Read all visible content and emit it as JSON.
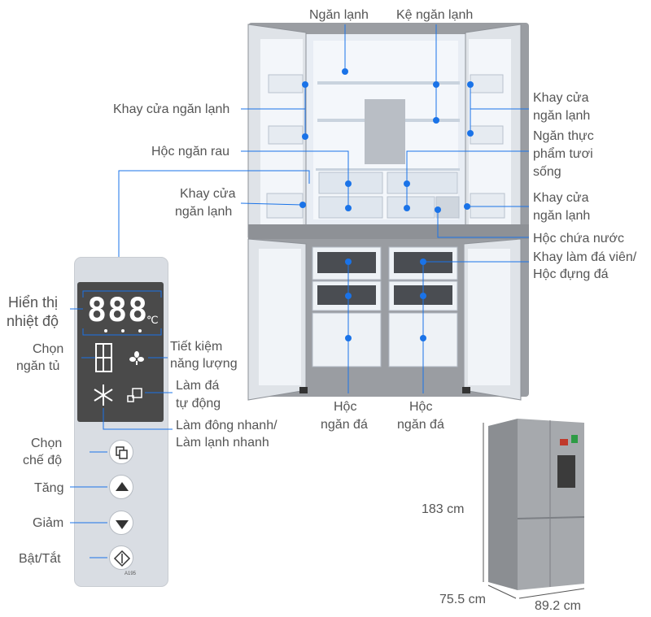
{
  "labels": {
    "ngan_lanh": "Ngăn lạnh",
    "ke_ngan_lanh": "Kệ ngăn lạnh",
    "khay_cua_left_1": "Khay cửa ngăn lạnh",
    "khay_cua_right_1": [
      "Khay cửa",
      "ngăn lạnh"
    ],
    "ngan_thuc_pham": [
      "Ngăn thực",
      "phẩm tươi",
      "sống"
    ],
    "hoc_ngan_rau": "Hộc ngăn rau",
    "khay_cua_left_2": [
      "Khay cửa",
      "ngăn lạnh"
    ],
    "khay_cua_right_2": [
      "Khay cửa",
      "ngăn lạnh"
    ],
    "hoc_chua_nuoc": "Hộc chứa nước",
    "khay_lam_da": [
      "Khay làm đá viên/",
      "Hộc đựng đá"
    ],
    "hoc_ngan_da_1": [
      "Hộc",
      "ngăn đá"
    ],
    "hoc_ngan_da_2": [
      "Hộc",
      "ngăn đá"
    ]
  },
  "panel": {
    "hien_thi": [
      "Hiển thị",
      "nhiệt độ"
    ],
    "chon_ngan_tu": [
      "Chọn",
      "ngăn tủ"
    ],
    "tiet_kiem": [
      "Tiết kiệm",
      "năng lượng"
    ],
    "lam_da": [
      "Làm đá",
      "tự động"
    ],
    "lam_dong": [
      "Làm đông nhanh/",
      "Làm lạnh nhanh"
    ],
    "chon_che_do": [
      "Chọn",
      "chế độ"
    ],
    "tang": "Tăng",
    "giam": "Giảm",
    "bat_tat": "Bật/Tắt",
    "display_digits": "888",
    "display_unit": "℃",
    "model": "A195"
  },
  "dimensions": {
    "height": "183 cm",
    "depth": "75.5 cm",
    "width": "89.2 cm"
  },
  "colors": {
    "marker": "#1a73e8",
    "leader": "#1a73e8",
    "label_text": "#555555"
  }
}
